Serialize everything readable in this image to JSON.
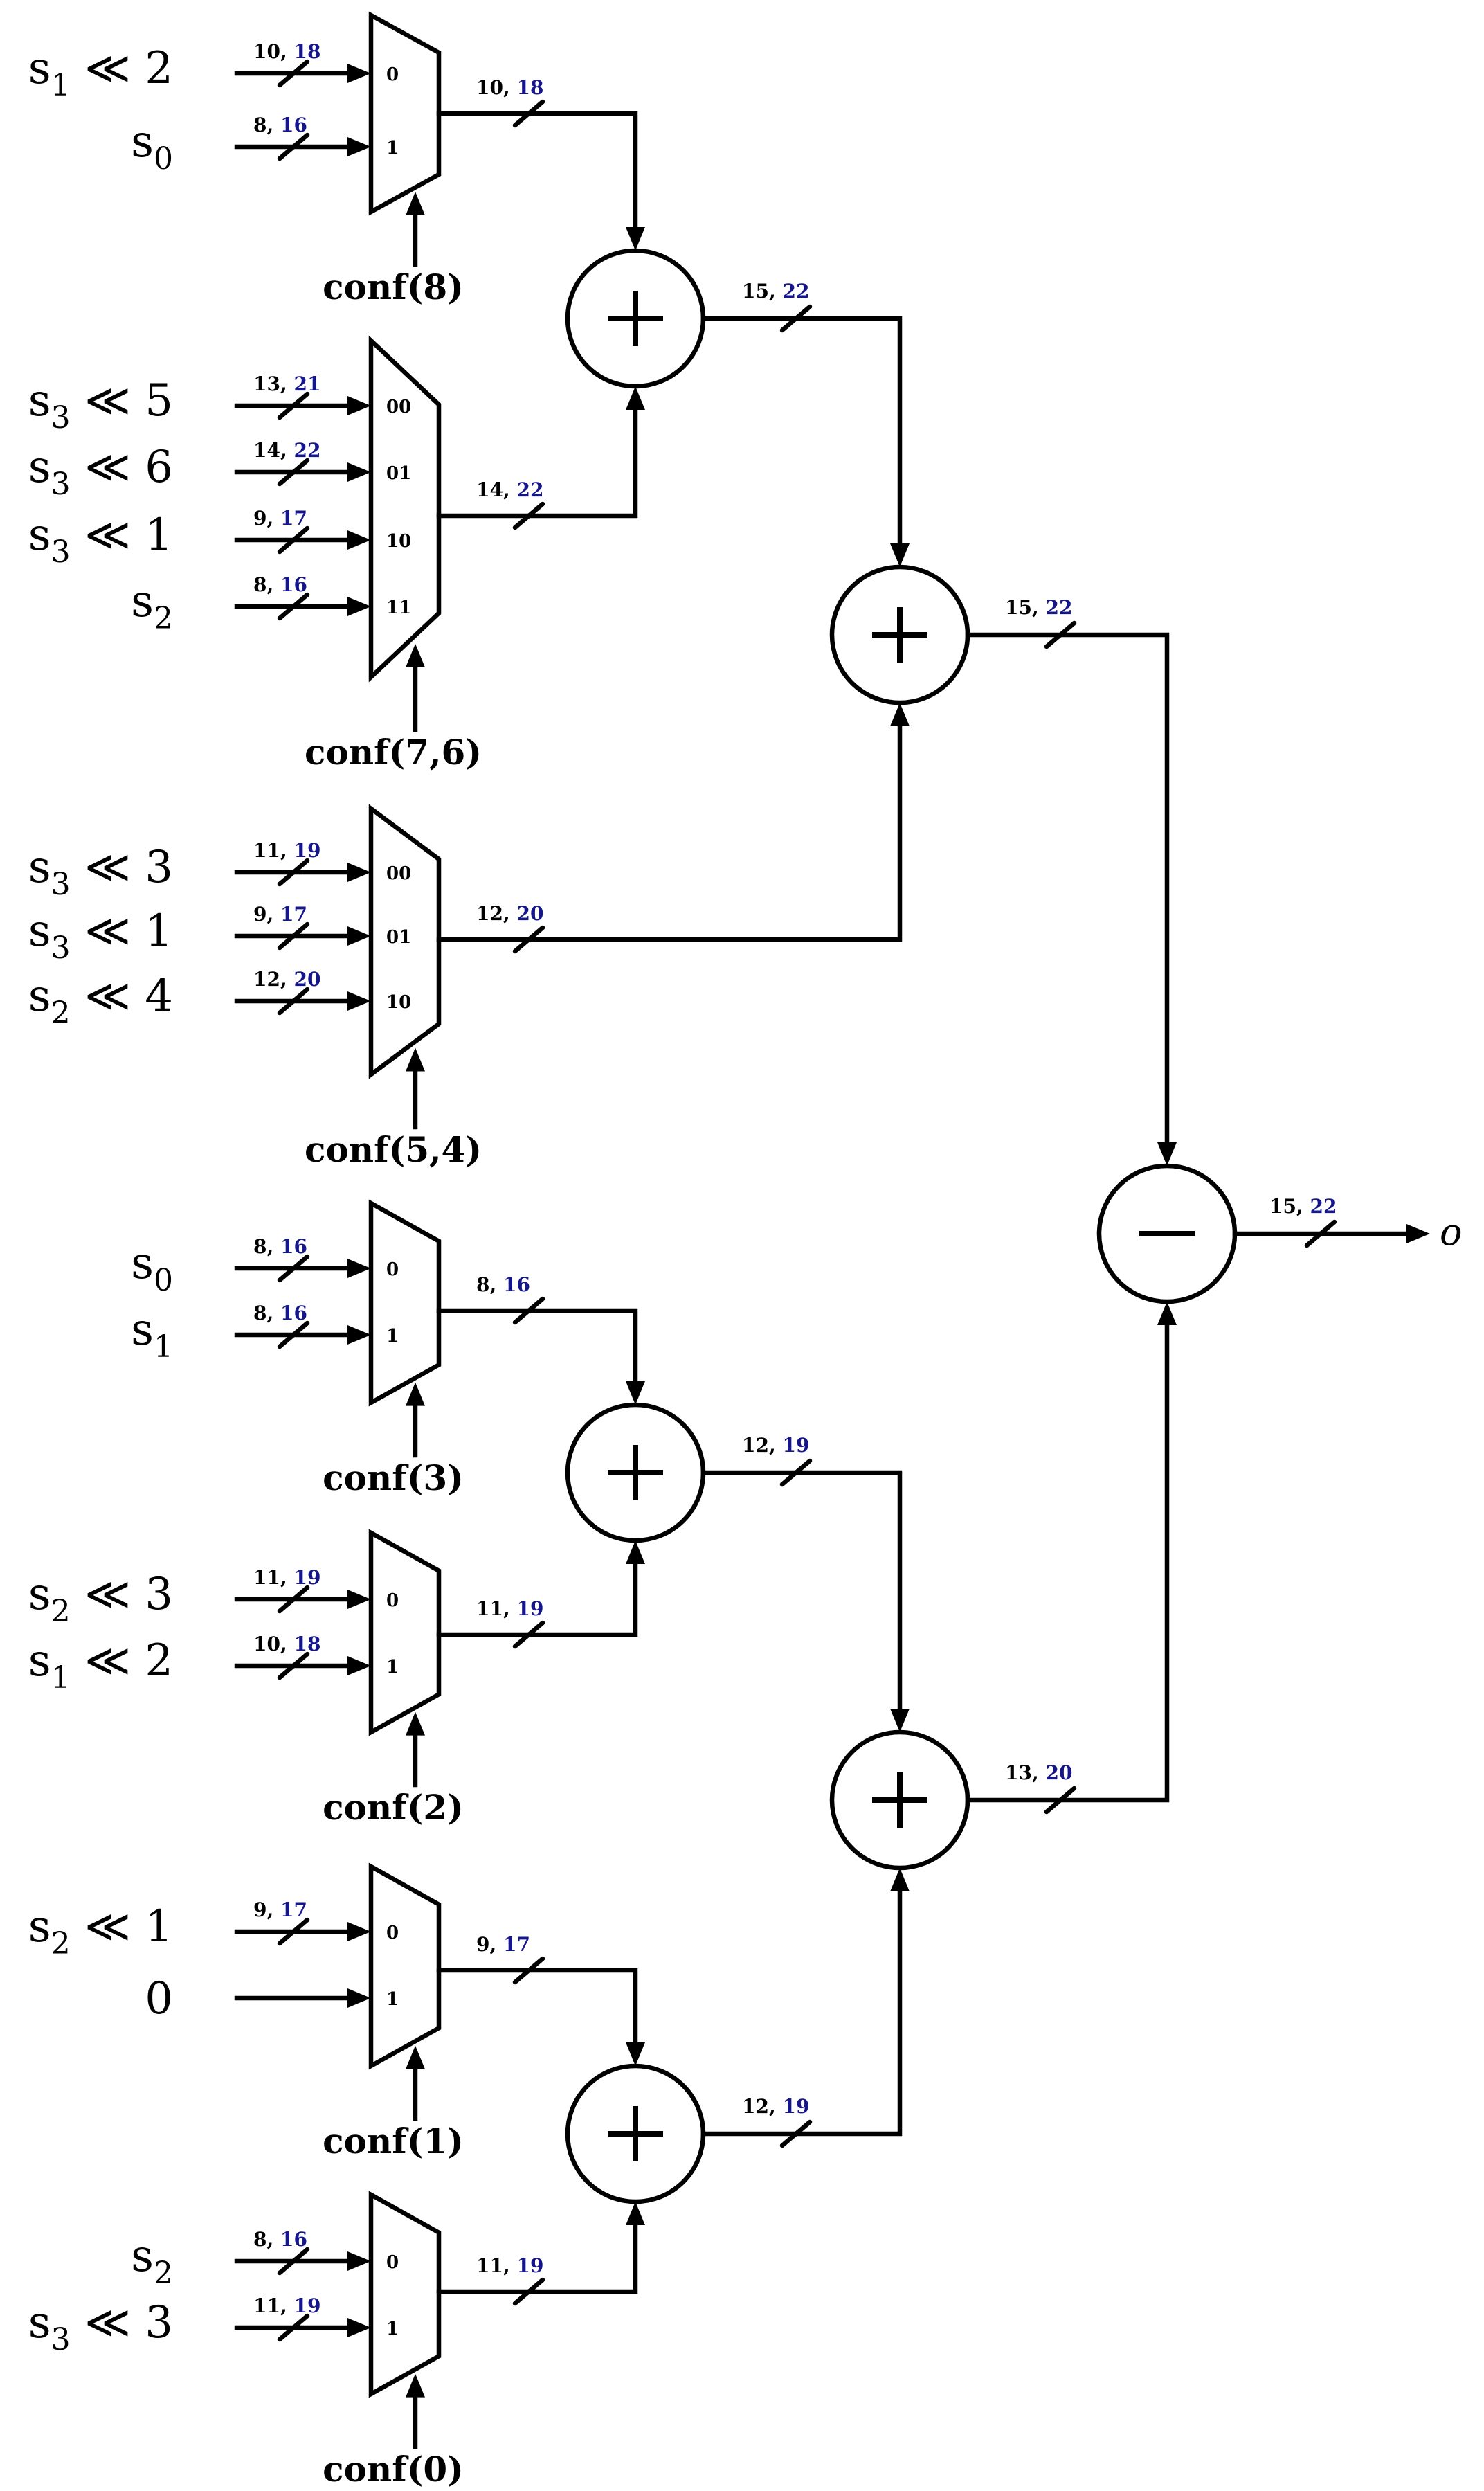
{
  "input_labels": {
    "m1": [
      {
        "base": "s",
        "sub": "1",
        "shift": " ≪ 2"
      },
      {
        "base": "s",
        "sub": "0",
        "shift": ""
      }
    ],
    "m2": [
      {
        "base": "s",
        "sub": "3",
        "shift": " ≪ 5"
      },
      {
        "base": "s",
        "sub": "3",
        "shift": " ≪ 6"
      },
      {
        "base": "s",
        "sub": "3",
        "shift": " ≪ 1"
      },
      {
        "base": "s",
        "sub": "2",
        "shift": ""
      }
    ],
    "m3": [
      {
        "base": "s",
        "sub": "3",
        "shift": " ≪ 3"
      },
      {
        "base": "s",
        "sub": "3",
        "shift": " ≪ 1"
      },
      {
        "base": "s",
        "sub": "2",
        "shift": " ≪ 4"
      }
    ],
    "m4": [
      {
        "base": "s",
        "sub": "0",
        "shift": ""
      },
      {
        "base": "s",
        "sub": "1",
        "shift": ""
      }
    ],
    "m5": [
      {
        "base": "s",
        "sub": "2",
        "shift": " ≪ 3"
      },
      {
        "base": "s",
        "sub": "1",
        "shift": " ≪ 2"
      }
    ],
    "m6": [
      {
        "base": "s",
        "sub": "2",
        "shift": " ≪ 1"
      },
      {
        "base": "0",
        "sub": "",
        "shift": ""
      }
    ],
    "m7": [
      {
        "base": "s",
        "sub": "2",
        "shift": ""
      },
      {
        "base": "s",
        "sub": "3",
        "shift": " ≪ 3"
      }
    ]
  },
  "input_widths": {
    "m1": [
      {
        "a": "10, ",
        "b": "18"
      },
      {
        "a": "8, ",
        "b": "16"
      }
    ],
    "m2": [
      {
        "a": "13, ",
        "b": "21"
      },
      {
        "a": "14, ",
        "b": "22"
      },
      {
        "a": "9, ",
        "b": "17"
      },
      {
        "a": "8, ",
        "b": "16"
      }
    ],
    "m3": [
      {
        "a": "11, ",
        "b": "19"
      },
      {
        "a": "9, ",
        "b": "17"
      },
      {
        "a": "12, ",
        "b": "20"
      }
    ],
    "m4": [
      {
        "a": "8, ",
        "b": "16"
      },
      {
        "a": "8, ",
        "b": "16"
      }
    ],
    "m5": [
      {
        "a": "11, ",
        "b": "19"
      },
      {
        "a": "10, ",
        "b": "18"
      }
    ],
    "m6": [
      {
        "a": "9, ",
        "b": "17"
      },
      {
        "a": "",
        "b": ""
      }
    ],
    "m7": [
      {
        "a": "8, ",
        "b": "16"
      },
      {
        "a": "11, ",
        "b": "19"
      }
    ]
  },
  "ports": {
    "m1": [
      "0",
      "1"
    ],
    "m2": [
      "00",
      "01",
      "10",
      "11"
    ],
    "m3": [
      "00",
      "01",
      "10"
    ],
    "m4": [
      "0",
      "1"
    ],
    "m5": [
      "0",
      "1"
    ],
    "m6": [
      "0",
      "1"
    ],
    "m7": [
      "0",
      "1"
    ]
  },
  "conf_labels": {
    "m1": "conf(8)",
    "m2": "conf(7,6)",
    "m3": "conf(5,4)",
    "m4": "conf(3)",
    "m5": "conf(2)",
    "m6": "conf(1)",
    "m7": "conf(0)"
  },
  "mux_out_widths": {
    "m1": {
      "a": "10, ",
      "b": "18"
    },
    "m2": {
      "a": "14, ",
      "b": "22"
    },
    "m3": {
      "a": "12, ",
      "b": "20"
    },
    "m4": {
      "a": "8, ",
      "b": "16"
    },
    "m5": {
      "a": "11, ",
      "b": "19"
    },
    "m6": {
      "a": "9, ",
      "b": "17"
    },
    "m7": {
      "a": "11, ",
      "b": "19"
    }
  },
  "node_symbols": {
    "a1": "+",
    "a2": "+",
    "a3": "+",
    "a4": "+",
    "a5": "+",
    "a6": "+",
    "sub": "−"
  },
  "node_out_widths": {
    "a1": {
      "a": "15, ",
      "b": "22"
    },
    "a2": {
      "a": "15, ",
      "b": "22"
    },
    "a3": {
      "a": "12, ",
      "b": "19"
    },
    "a4": {
      "a": "12, ",
      "b": "19"
    },
    "a5": {
      "a": "13, ",
      "b": "20"
    },
    "sub": {
      "a": "15, ",
      "b": "22"
    }
  },
  "output_label": "o",
  "colors": {
    "wire": "#000000",
    "secondary_width": "#16168c"
  }
}
